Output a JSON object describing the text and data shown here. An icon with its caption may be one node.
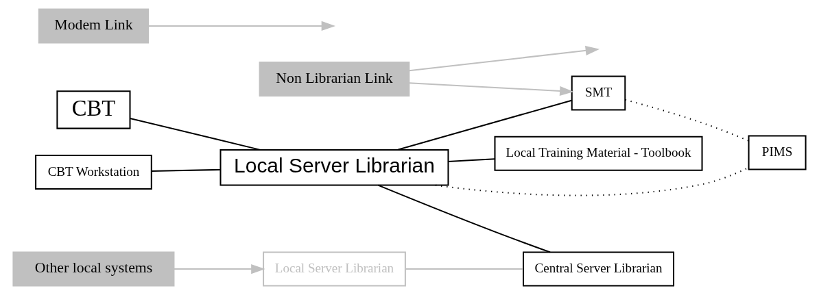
{
  "diagram": {
    "nodes": [
      {
        "text": [
          "CBT Workstation"
        ]
      },
      {
        "text": [
          "CBT"
        ]
      },
      {
        "text": [
          "Local Server Librarian"
        ]
      },
      {
        "text": [
          "Local Training Material - Toolbook"
        ]
      },
      {
        "text": [
          "SMT"
        ]
      },
      {
        "text": [
          "Other local systems"
        ]
      },
      {
        "text": [
          "Modem Link"
        ]
      },
      {
        "text": [
          "Local Server Librarian"
        ]
      },
      {
        "text": [
          "Central Server Librarian"
        ]
      },
      {
        "text": [
          "PIMS"
        ]
      },
      {
        "text": [
          "Non Librarian Link"
        ]
      }
    ],
    "edges": [
      {
        "from": 0,
        "to": 2,
        "arrow": "none"
      },
      {
        "from": 1,
        "to": 2,
        "arrow": "none"
      },
      {
        "from": 2,
        "to": 3,
        "arrow": "none"
      },
      {
        "from": 2,
        "to": 4,
        "arrow": "none"
      },
      {
        "from": 2,
        "to": 8,
        "arrow": "none"
      },
      {
        "from": 2,
        "to": 9,
        "arrow": "none",
        "style": "dashed"
      },
      {
        "from": 4,
        "to": 9,
        "arrow": "none",
        "style": "dashed"
      },
      {
        "from": 5,
        "to": 7,
        "arrow": "to",
        "color": "#c0c0c0"
      },
      {
        "from": 6,
        "to": null,
        "arrow": "to",
        "color": "#c0c0c0"
      },
      {
        "from": 7,
        "to": 8,
        "arrow": "none",
        "color": "#c0c0c0"
      },
      {
        "from": 10,
        "to": null,
        "arrow": "to",
        "color": "#c0c0c0"
      },
      {
        "from": 10,
        "to": 4,
        "arrow": "to",
        "color": "#c0c0c0"
      }
    ]
  }
}
